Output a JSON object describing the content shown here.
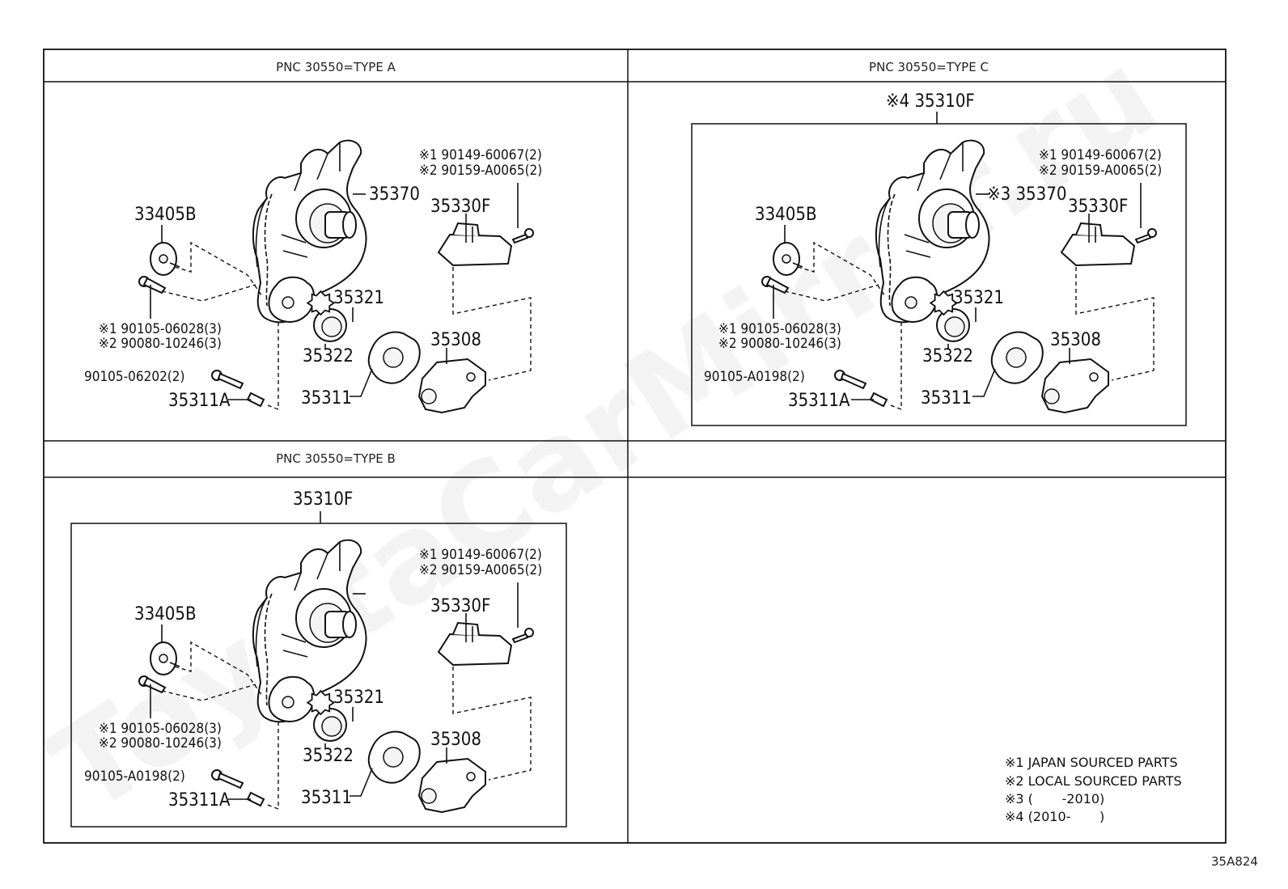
{
  "headers": {
    "type_a": "PNC 30550=TYPE A",
    "type_c": "PNC 30550=TYPE C",
    "type_b": "PNC 30550=TYPE B"
  },
  "watermark": "ToyotaCarMirror.ru",
  "panel_a": {
    "bolts_callout_1": "※1 90149-60067(2)",
    "bolts_callout_2": "※2 90159-A0065(2)",
    "p35370": "35370",
    "p33405b": "33405B",
    "p35330f": "35330F",
    "p35321": "35321",
    "p35322": "35322",
    "p35308": "35308",
    "p35311": "35311",
    "p35311a": "35311A",
    "screws_1": "※1 90105-06028(3)",
    "screws_2": "※2 90080-10246(3)",
    "bolt": "90105-06202(2)"
  },
  "panel_c": {
    "assembly": "※4 35310F",
    "bolts_callout_1": "※1 90149-60067(2)",
    "bolts_callout_2": "※2 90159-A0065(2)",
    "p35370": "※3 35370",
    "p33405b": "33405B",
    "p35330f": "35330F",
    "p35321": "35321",
    "p35322": "35322",
    "p35308": "35308",
    "p35311": "35311",
    "p35311a": "35311A",
    "screws_1": "※1 90105-06028(3)",
    "screws_2": "※2 90080-10246(3)",
    "bolt": "90105-A0198(2)"
  },
  "panel_b": {
    "assembly": "35310F",
    "bolts_callout_1": "※1 90149-60067(2)",
    "bolts_callout_2": "※2 90159-A0065(2)",
    "p33405b": "33405B",
    "p35330f": "35330F",
    "p35321": "35321",
    "p35322": "35322",
    "p35308": "35308",
    "p35311": "35311",
    "p35311a": "35311A",
    "screws_1": "※1 90105-06028(3)",
    "screws_2": "※2 90080-10246(3)",
    "bolt": "90105-A0198(2)"
  },
  "legend": {
    "note1": "※1 JAPAN SOURCED PARTS",
    "note2": "※2 LOCAL SOURCED PARTS",
    "note3": "※3 (       -2010)",
    "note4": "※4 (2010-       )"
  },
  "figure_code": "35A824"
}
